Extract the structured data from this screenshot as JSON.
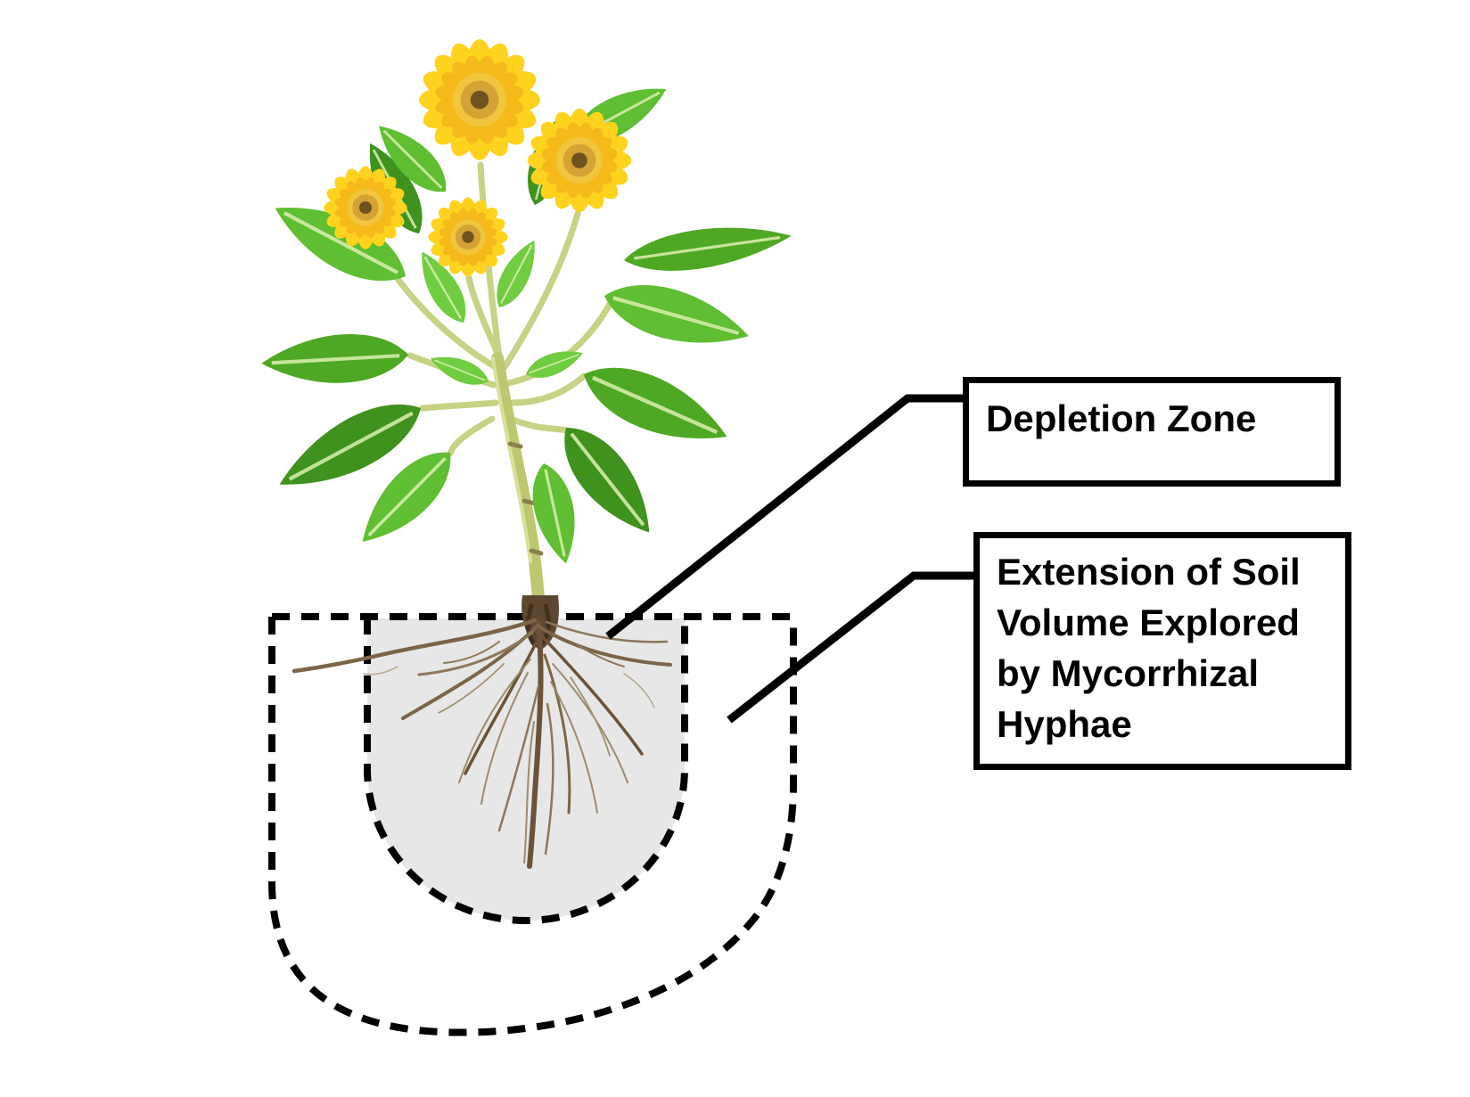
{
  "diagram": {
    "subject": "sunflower-plant-with-exposed-roots",
    "flower_count": 4,
    "background": "#ffffff"
  },
  "colors": {
    "depletion_zone_fill": "#e7e7e7",
    "outline_black": "#000000",
    "connector_black": "#000000",
    "label_border": "#000000",
    "label_text": "#000000",
    "petal_yellow": "#FFD21E",
    "disk_brown": "#6E521F",
    "leaf_green": "#4FA824",
    "stem_green": "#BCC76F",
    "root_brown": "#7C6547"
  },
  "labels": {
    "depletion": {
      "text": "Depletion Zone"
    },
    "extension": {
      "lines": [
        "Extension of Soil",
        "Volume Explored",
        "by Mycorrhizal",
        "Hyphae"
      ]
    }
  }
}
